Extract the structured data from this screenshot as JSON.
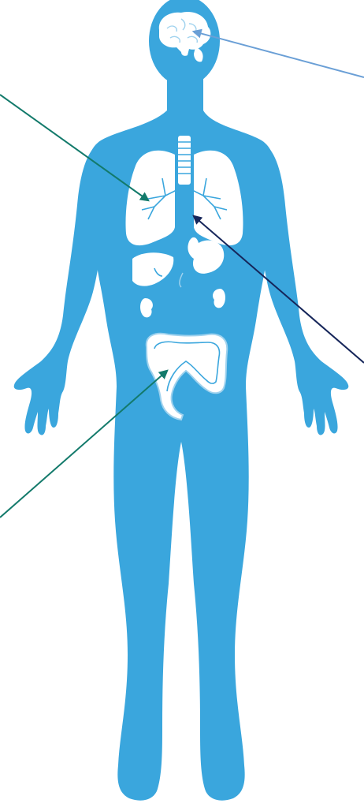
{
  "figure": {
    "body_color": "#3aa6dd",
    "organ_color": "#ffffff",
    "organ_outline_color": "#9fd2ee",
    "background_color": "#ffffff"
  },
  "organs": [
    {
      "name": "brain",
      "icon": "brain-icon"
    },
    {
      "name": "lungs",
      "icon": "lungs-icon"
    },
    {
      "name": "trachea",
      "icon": "trachea-icon"
    },
    {
      "name": "liver",
      "icon": "liver-icon"
    },
    {
      "name": "stomach",
      "icon": "stomach-icon"
    },
    {
      "name": "kidneys",
      "icon": "kidney-icon"
    },
    {
      "name": "intestines",
      "icon": "intestines-icon"
    }
  ],
  "pointers": [
    {
      "name": "brain-pointer",
      "color": "#6a9fd6"
    },
    {
      "name": "lungs-pointer",
      "color": "#137a6b"
    },
    {
      "name": "heart-pointer",
      "color": "#16265a"
    },
    {
      "name": "intestines-pointer",
      "color": "#137a6b"
    }
  ]
}
